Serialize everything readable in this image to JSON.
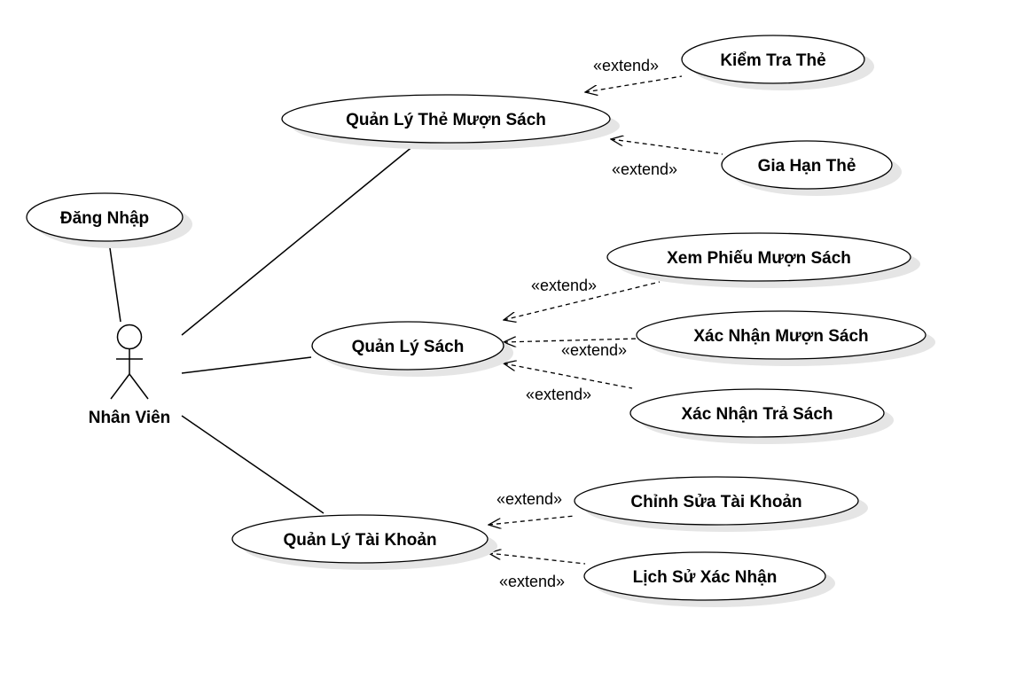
{
  "diagram": {
    "actor": {
      "label": "Nhân Viên"
    },
    "use_cases": {
      "login": "Đăng Nhập",
      "card_mgmt": "Quản Lý Thẻ Mượn Sách",
      "check_card": "Kiểm Tra Thẻ",
      "renew_card": "Gia Hạn Thẻ",
      "book_mgmt": "Quản Lý Sách",
      "view_slip": "Xem Phiếu Mượn Sách",
      "confirm_borrow": "Xác Nhận Mượn Sách",
      "confirm_return": "Xác Nhận Trả Sách",
      "account_mgmt": "Quản Lý Tài Khoản",
      "edit_account": "Chỉnh Sửa Tài Khoản",
      "confirm_history": "Lịch Sử Xác Nhận"
    },
    "extend_label": "«extend»"
  }
}
